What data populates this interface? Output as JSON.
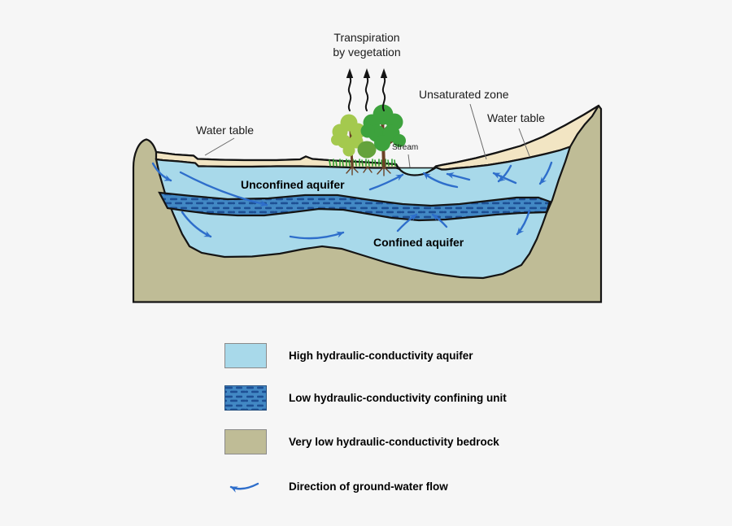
{
  "colors": {
    "background": "#f6f6f6",
    "bedrock": "#bfbc96",
    "aquifer": "#a8d9ea",
    "confining": "#4288c4",
    "confining_dash": "#1d4f94",
    "unsaturated": "#f2e5c3",
    "stream_water": "#b7ecf0",
    "flow_arrow": "#2e6ecb",
    "outline": "#141414",
    "foliage_light": "#a4c94e",
    "foliage_dark": "#3da23d",
    "bush": "#64a23c",
    "trunk": "#6b4226",
    "grass": "#2f9e2f"
  },
  "diagram": {
    "transpiration_label_line1": "Transpiration",
    "transpiration_label_line2": "by vegetation",
    "unsaturated_zone_label": "Unsaturated zone",
    "water_table_left_label": "Water table",
    "water_table_right_label": "Water table",
    "stream_label": "Stream",
    "unconfined_aquifer_label": "Unconfined aquifer",
    "confined_aquifer_label": "Confined aquifer"
  },
  "legend": {
    "items": [
      {
        "id": "aquifer",
        "label": "High hydraulic-conductivity aquifer"
      },
      {
        "id": "confining-unit",
        "label": "Low hydraulic-conductivity confining unit"
      },
      {
        "id": "bedrock",
        "label": "Very low hydraulic-conductivity bedrock"
      },
      {
        "id": "flow-direction",
        "label": "Direction of ground-water flow"
      }
    ]
  }
}
